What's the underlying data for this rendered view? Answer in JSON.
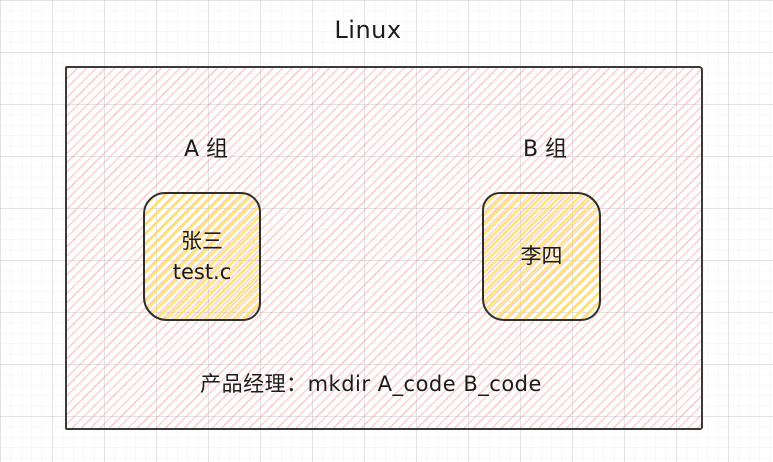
{
  "title": "Linux",
  "groups": [
    {
      "label": "A 组",
      "member_name": "张三",
      "member_file": "test.c"
    },
    {
      "label": "B 组",
      "member_name": "李四"
    }
  ],
  "caption": "产品经理：mkdir A_code B_code",
  "colors": {
    "stroke": "#2e2e2e",
    "container_hatch": "#f39494",
    "member_hatch": "#ffde5c",
    "grid_line": "#e3e3e6",
    "text": "#1b1b1b"
  }
}
